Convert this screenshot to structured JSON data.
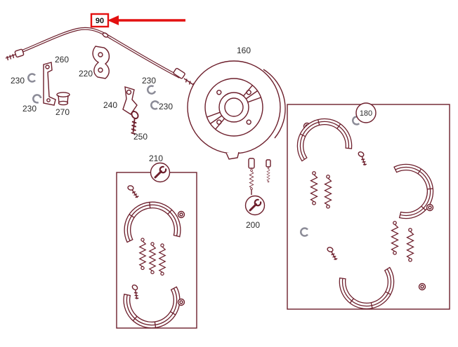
{
  "diagram": {
    "type": "exploded-parts-diagram",
    "description": "Parking brake cable, backing plate and brake-shoe repair kits",
    "highlighted_part": "90",
    "colors": {
      "line": "#6d1f2c",
      "clip_gray": "#8b8b97",
      "highlight_red": "#e31010",
      "label_text": "#2b2b2b",
      "background": "#ffffff"
    },
    "labels": [
      {
        "text": "90",
        "highlighted": true
      },
      {
        "text": "260"
      },
      {
        "text": "220"
      },
      {
        "text": "230"
      },
      {
        "text": "230"
      },
      {
        "text": "270"
      },
      {
        "text": "240"
      },
      {
        "text": "230"
      },
      {
        "text": "230"
      },
      {
        "text": "250"
      },
      {
        "text": "210"
      },
      {
        "text": "160"
      },
      {
        "text": "200"
      },
      {
        "text": "180",
        "circled": true
      }
    ]
  }
}
